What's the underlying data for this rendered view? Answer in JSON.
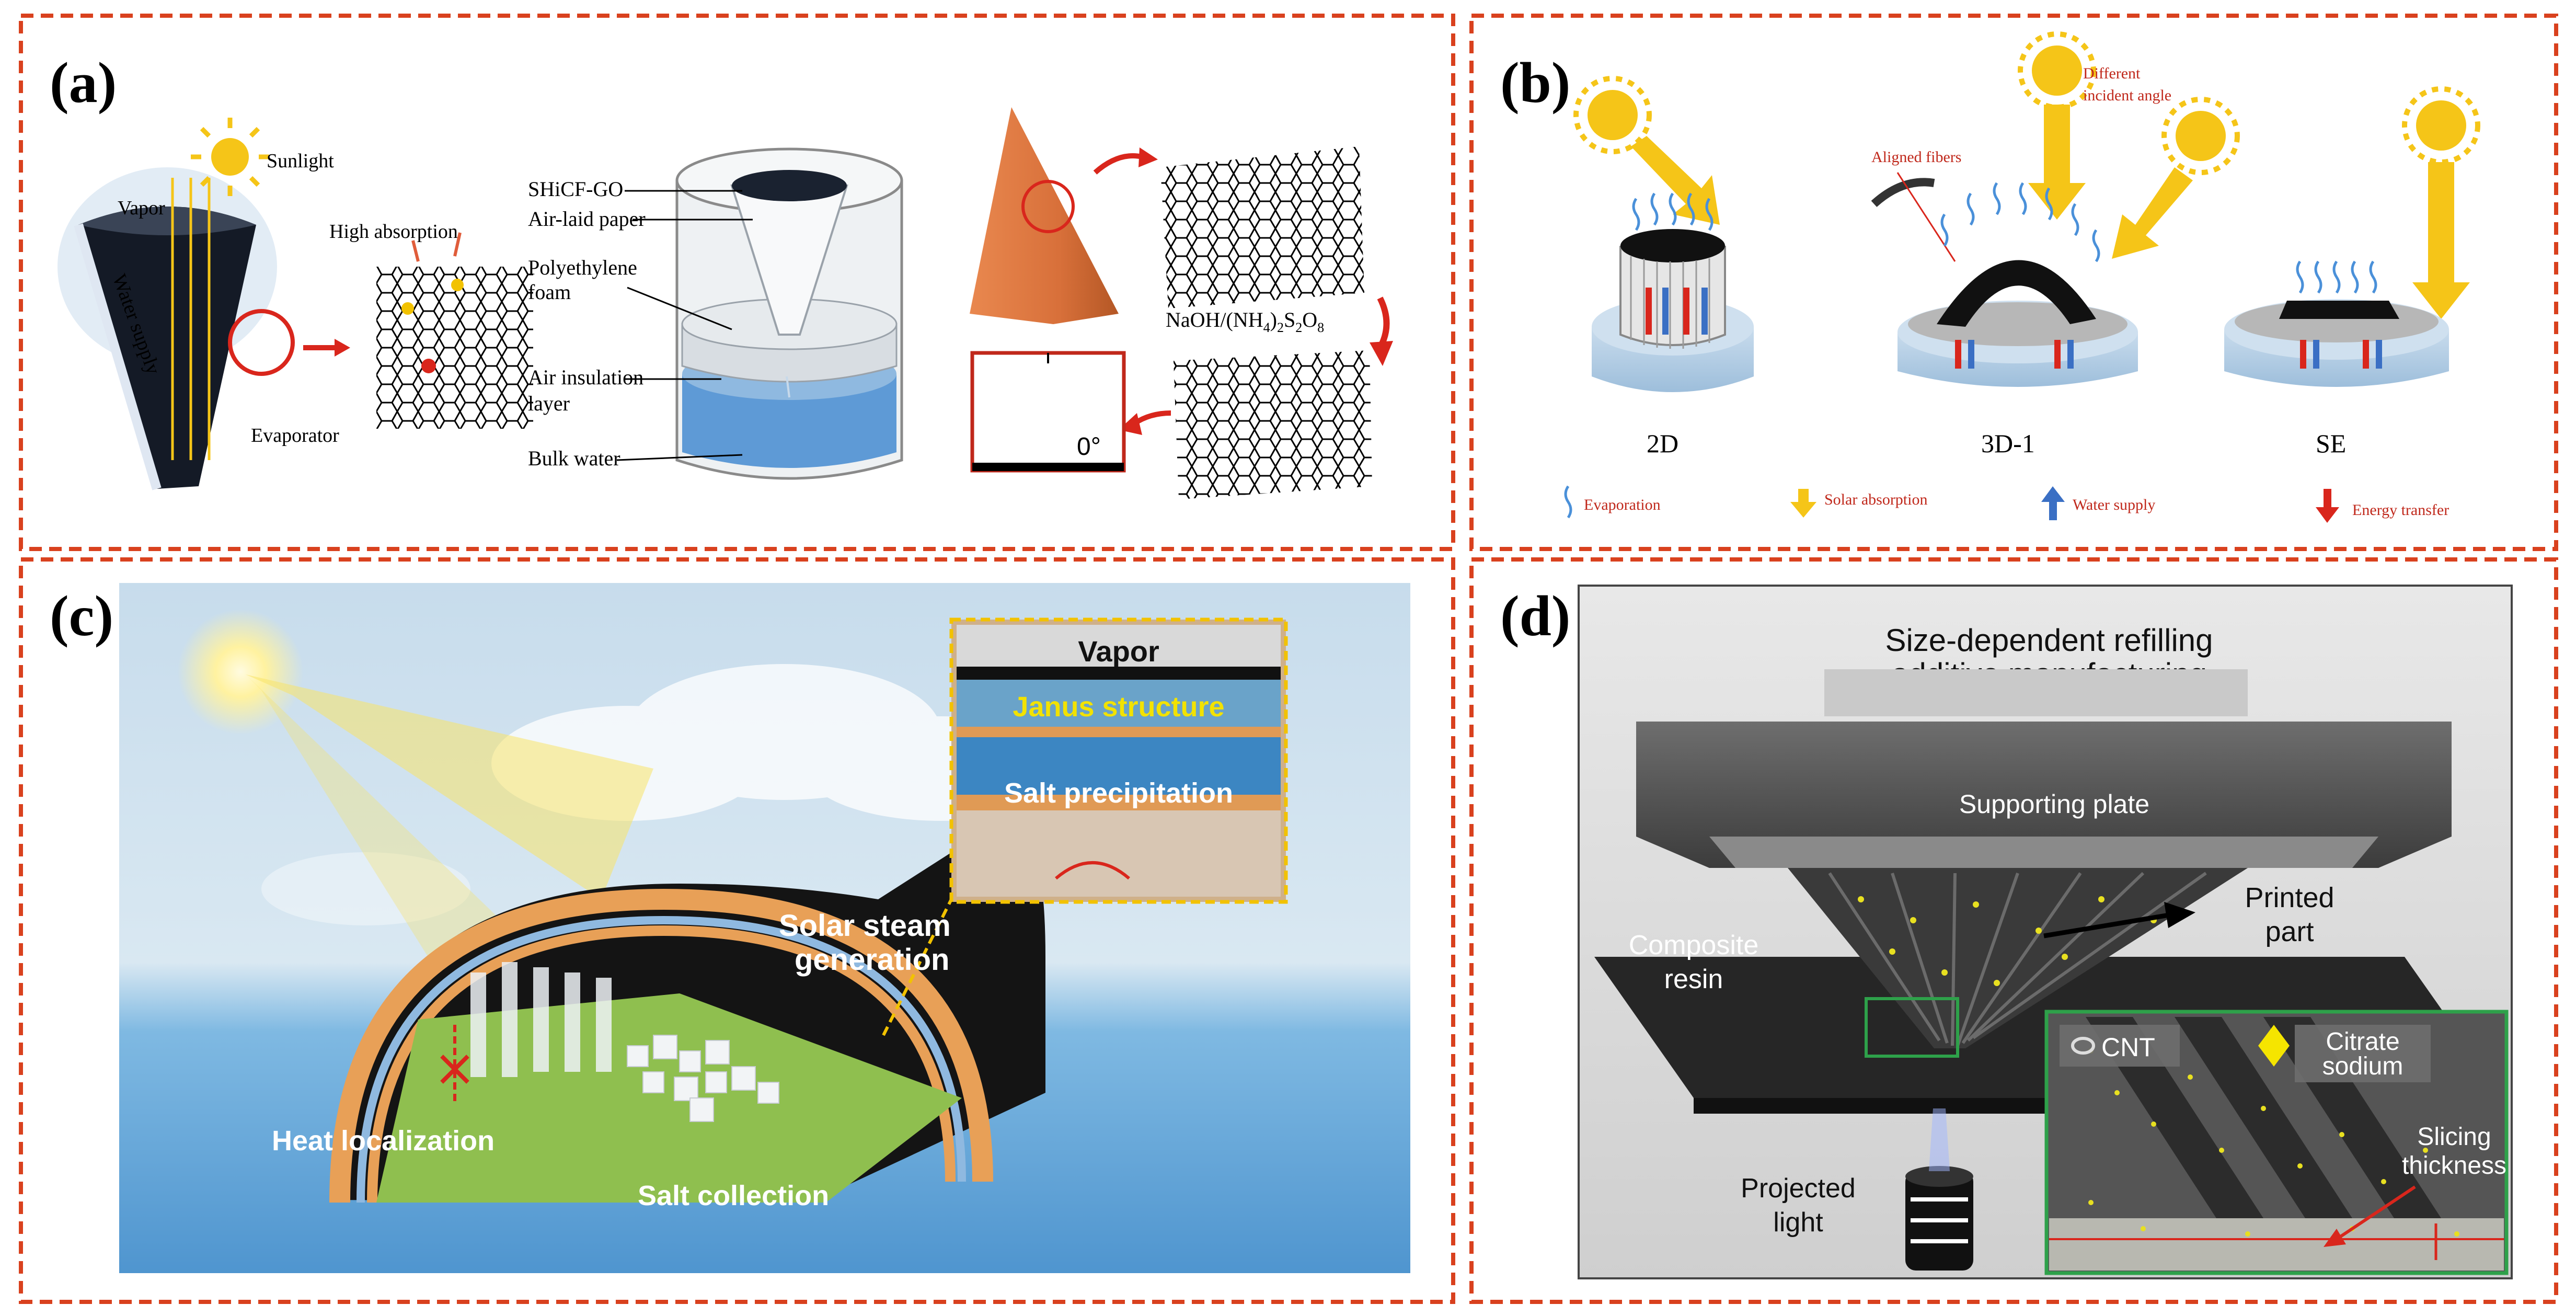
{
  "panels": {
    "a": {
      "label": "(a)",
      "cone": {
        "sunlight": "Sunlight",
        "vapor": "Vapor",
        "high_absorption": "High absorption",
        "water_supply": "Water supply",
        "evaporator": "Evaporator"
      },
      "device_labels": {
        "shicf_go": "SHiCF-GO",
        "air_laid": "Air-laid paper",
        "pe_line1": "Polyethylene",
        "pe_line2": "foam",
        "air_ins_line1": "Air insulation",
        "air_ins_line2": "layer",
        "bulk_water": "Bulk water"
      },
      "reagent": "NaOH/(NH",
      "reagent_sub1": "4",
      "reagent_mid": ")",
      "reagent_sub2": "2",
      "reagent_s": "S",
      "reagent_o": "O",
      "reagent_sub3": "8",
      "contact_angle": "0°"
    },
    "b": {
      "label": "(b)",
      "different_angle_line1": "Different",
      "different_angle_line2": "incident angle",
      "aligned_fibers": "Aligned fibers",
      "configs": [
        "2D",
        "3D-1",
        "SE"
      ],
      "legend": [
        {
          "label": "Evaporation",
          "color": "#4a90d9"
        },
        {
          "label": "Solar absorption",
          "color": "#f5c518"
        },
        {
          "label": "Water supply",
          "color": "#3a6fc4"
        },
        {
          "label": "Energy transfer",
          "color": "#d9261c"
        }
      ]
    },
    "c": {
      "label": "(c)",
      "vapor": "Vapor",
      "janus": "Janus structure",
      "salt_precip": "Salt precipitation",
      "solar_steam_line1": "Solar steam",
      "solar_steam_line2": "generation",
      "heat_local": "Heat localization",
      "salt_collection": "Salt collection"
    },
    "d": {
      "label": "(d)",
      "title_line1": "Size-dependent refilling",
      "title_line2": "additive manufacturing",
      "supporting_plate": "Supporting plate",
      "printed_line1": "Printed",
      "printed_line2": "part",
      "composite_line1": "Composite",
      "composite_line2": "resin",
      "projected_line1": "Projected",
      "projected_line2": "light",
      "cnt": "CNT",
      "citrate_line1": "Citrate",
      "citrate_line2": "sodium",
      "slicing_line1": "Slicing",
      "slicing_line2": "thickness"
    }
  },
  "colors": {
    "frame_dash": "#d9411e",
    "label_red": "#c0281b",
    "sun": "#f5c518",
    "sky_top": "#bcd3e6",
    "sea": "#5fa3d6"
  }
}
